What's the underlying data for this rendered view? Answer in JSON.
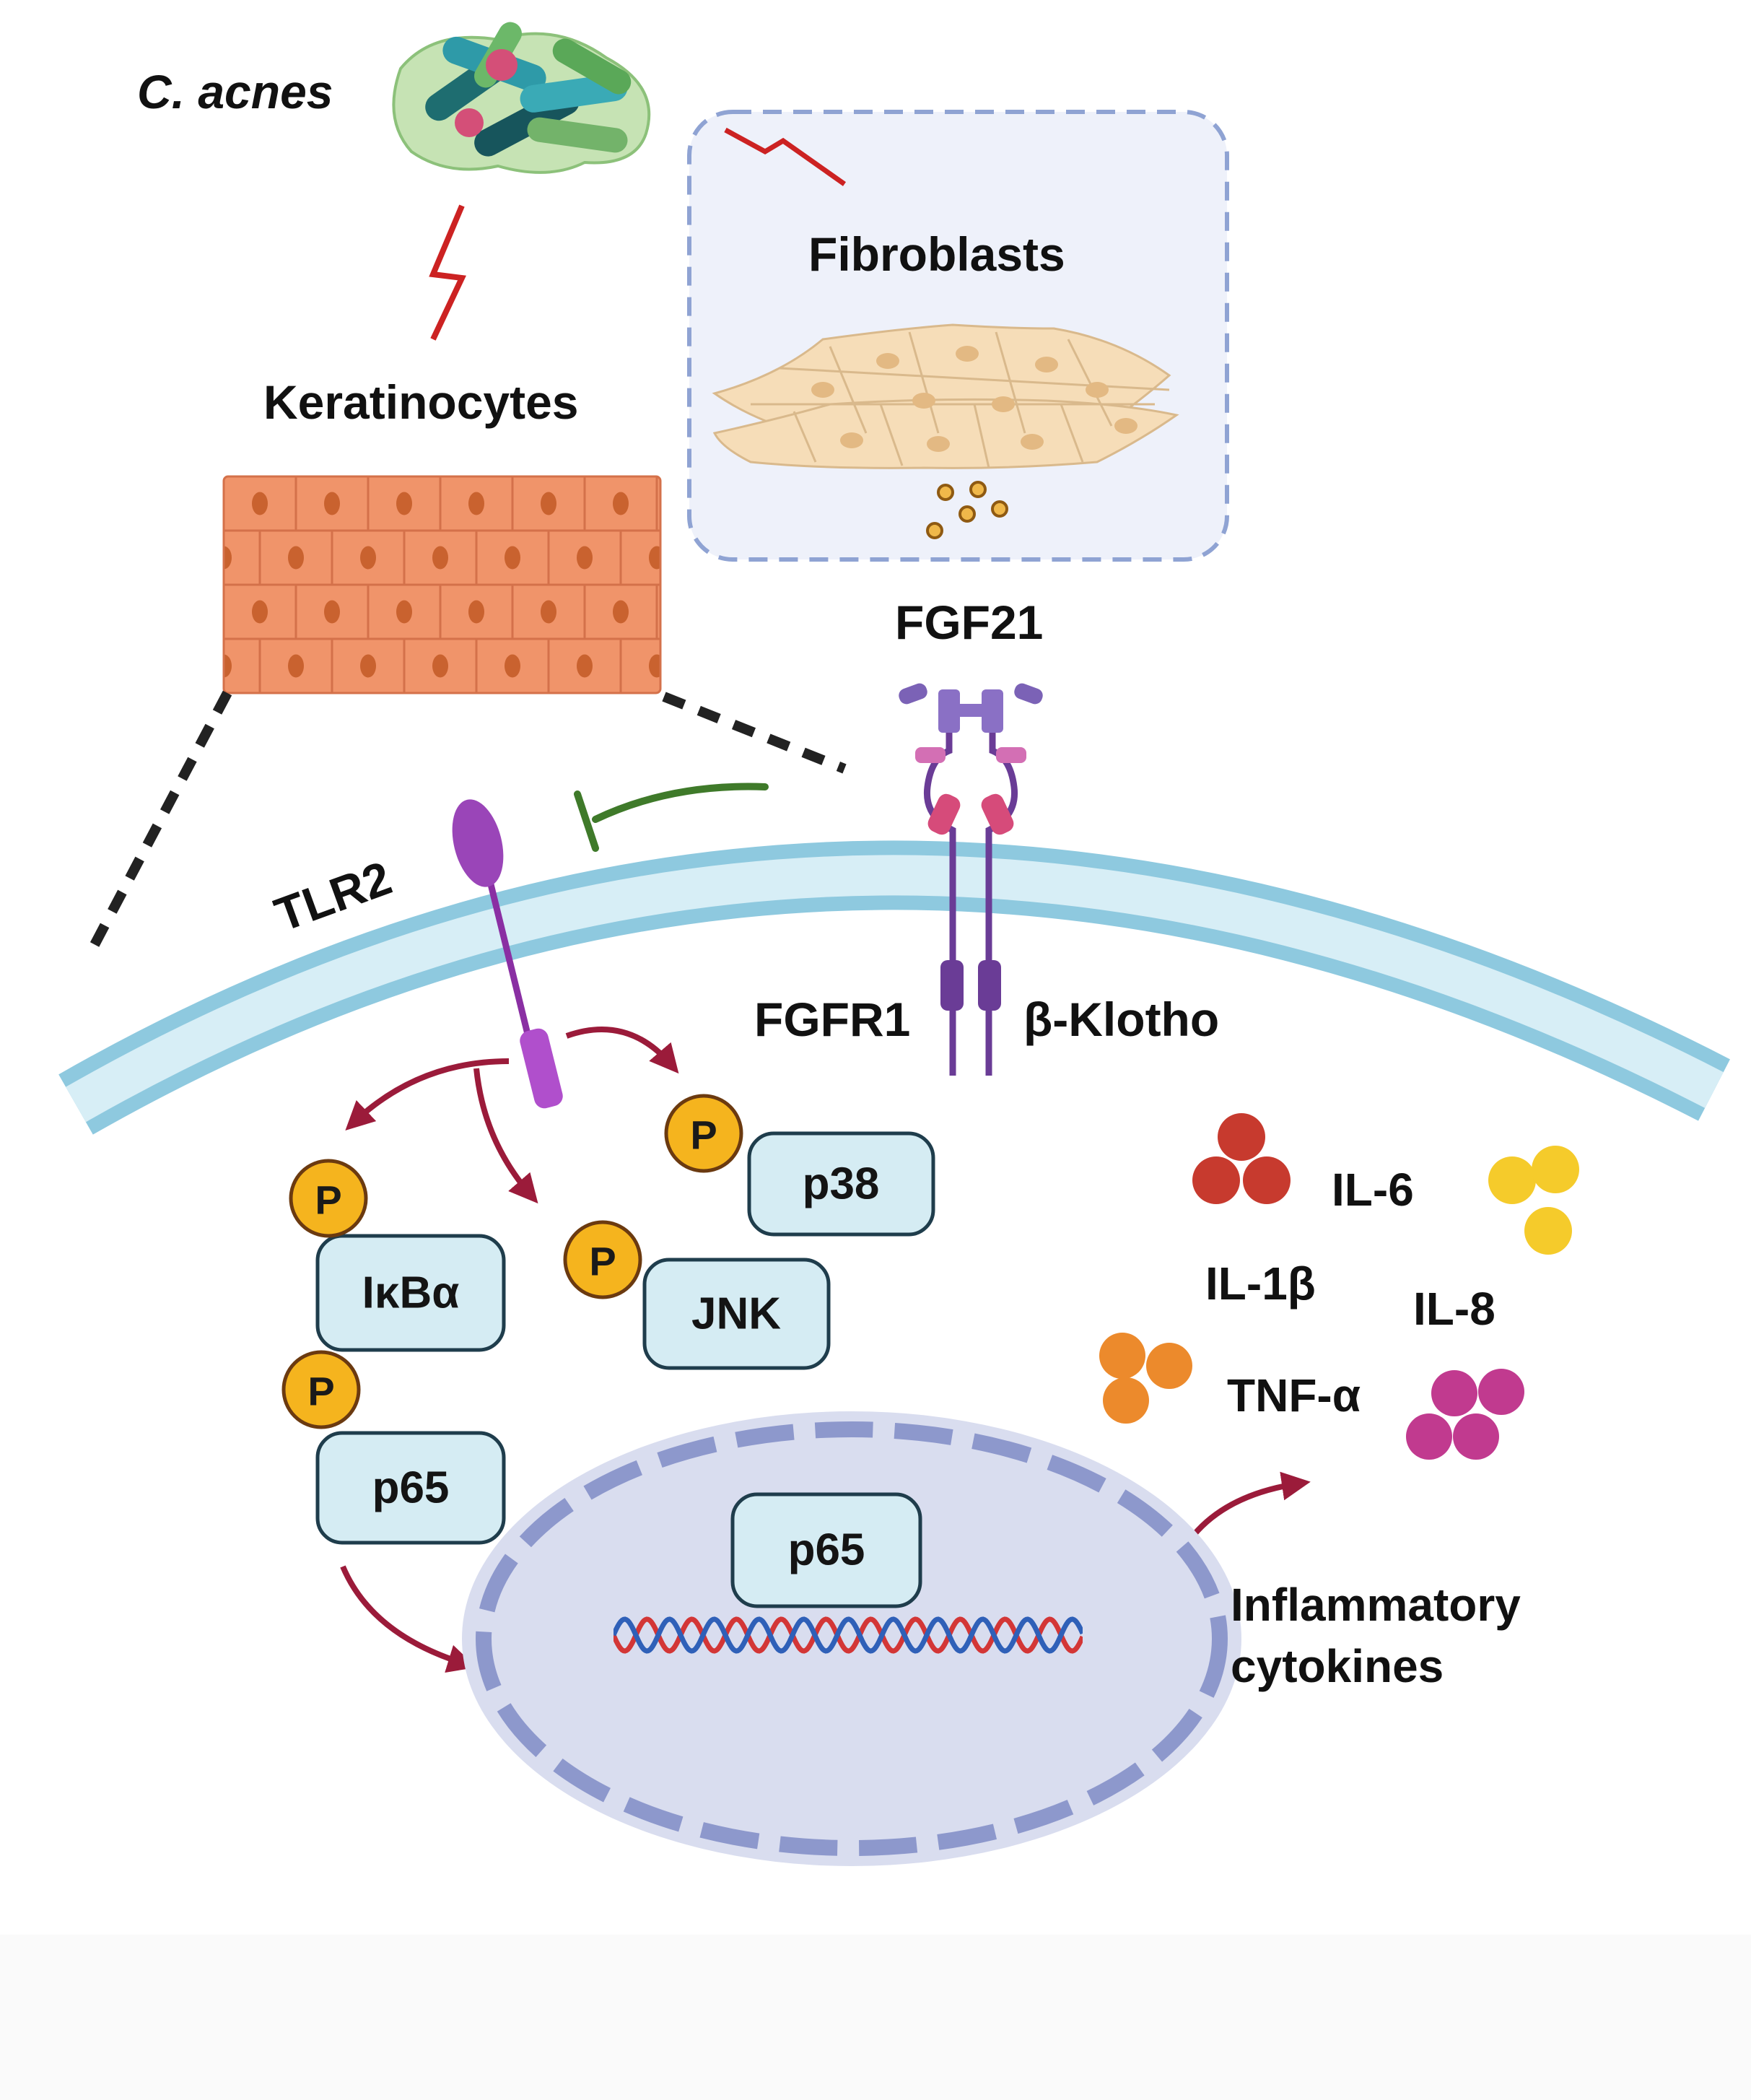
{
  "labels": {
    "bacteria": "C. acnes",
    "keratinocytes": "Keratinocytes",
    "fibroblasts": "Fibroblasts",
    "fgf21": "FGF21",
    "tlr2": "TLR2",
    "fgfr1": "FGFR1",
    "klotho": "β-Klotho",
    "inflammatory_line1": "Inflammatory",
    "inflammatory_line2": "cytokines"
  },
  "phospho_label": "P",
  "proteins": {
    "ikba": "IκBα",
    "p65_cyto": "p65",
    "p38": "p38",
    "jnk": "JNK",
    "p65_nucleus": "p65"
  },
  "cytokines": {
    "il6": "IL-6",
    "il1b": "IL-1β",
    "il8": "IL-8",
    "tnfa": "TNF-α"
  },
  "colors": {
    "membrane": "#8ec9df",
    "membrane_inner": "#d7eef6",
    "arrow": "#9b1b3a",
    "inhibition": "#3f7a2a",
    "zigzag": "#cc2222",
    "phospho": "#f5b41e",
    "protein_box": "#d5ecf3",
    "nucleus_fill": "#d9ddef",
    "nucleus_border": "#8d98cc",
    "keratinocyte": "#f0946a",
    "fibroblast": "#f6ddb8",
    "il6": "#c73a2e",
    "il8": "#f5cb2b",
    "tnfa": "#ec8a2c",
    "il1b": "#c13a8f"
  }
}
